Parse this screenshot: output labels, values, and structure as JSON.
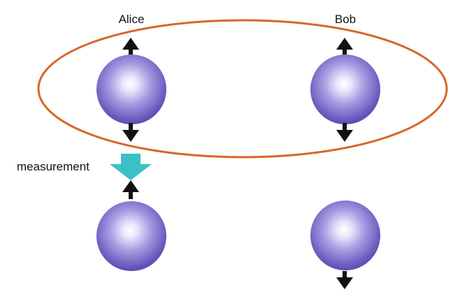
{
  "labels": {
    "alice": "Alice",
    "bob": "Bob",
    "measurement": "measurement"
  },
  "particles": [
    {
      "owner": "Alice",
      "stage": "before measurement",
      "spin": "up and down (entangled)"
    },
    {
      "owner": "Bob",
      "stage": "before measurement",
      "spin": "up and down (entangled)"
    },
    {
      "owner": "Alice",
      "stage": "after measurement",
      "spin": "up"
    },
    {
      "owner": "Bob",
      "stage": "after measurement",
      "spin": "down"
    }
  ],
  "colors": {
    "entanglement_ellipse": "#d9662a",
    "measurement_arrow": "#3cbfc6",
    "sphere_highlight": "#ffffff",
    "sphere_mid": "#9b90dc",
    "sphere_edge": "#5a4ab0",
    "spin_arrow": "#111111",
    "text": "#111111"
  },
  "icons": {
    "particle": "sphere-icon",
    "spin": "spin-arrow-icon",
    "measurement": "down-arrow-icon"
  }
}
